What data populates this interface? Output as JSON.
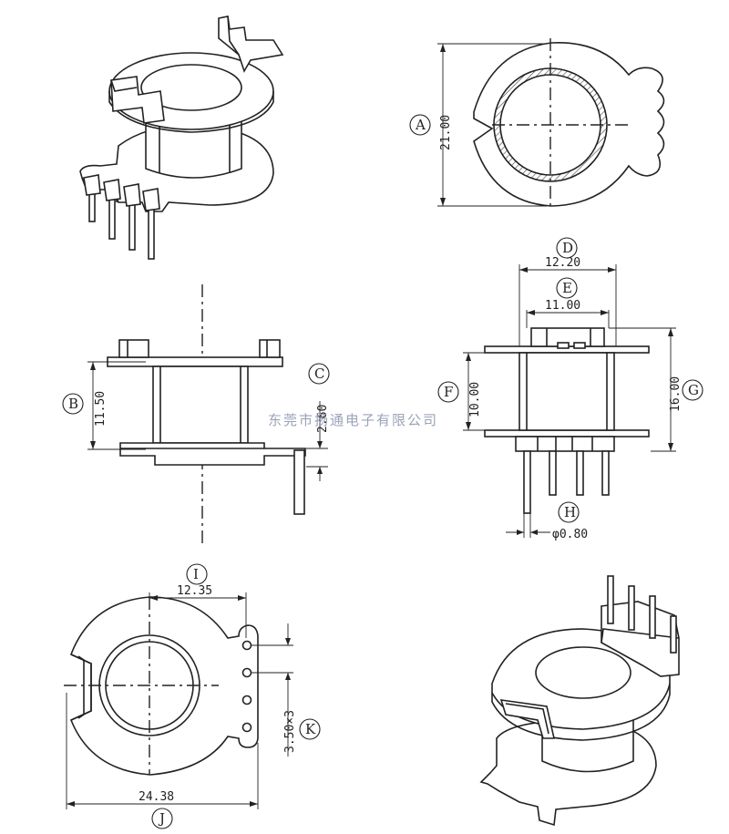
{
  "watermark": "东莞市扬通电子有限公司",
  "dimensions": {
    "A": "21.00",
    "B": "11.50",
    "C": "2.60",
    "D": "12.20",
    "E": "11.00",
    "F": "10.00",
    "G": "16.00",
    "H": "φ0.80",
    "I": "12.35",
    "J": "24.38",
    "K": "3.50×3"
  },
  "labels": {
    "A": "A",
    "B": "B",
    "C": "C",
    "D": "D",
    "E": "E",
    "F": "F",
    "G": "G",
    "H": "H",
    "I": "I",
    "J": "J",
    "K": "K"
  }
}
